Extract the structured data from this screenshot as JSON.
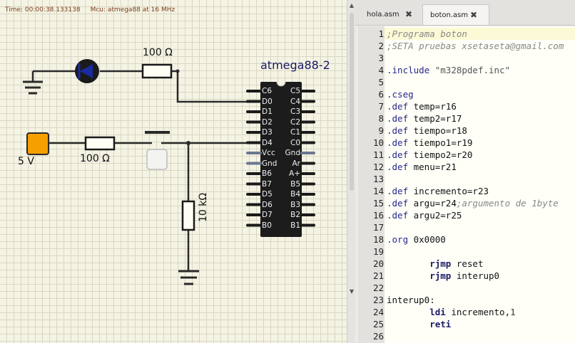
{
  "simulator": {
    "status_time": "Time: 00:00:38.133138",
    "status_mcu": "Mcu: atmega88 at 16 MHz",
    "chip_title": "atmega88-2",
    "resistor_top_label": "100 Ω",
    "resistor_mid_label": "100 Ω",
    "resistor_vertical_label": "10 kΩ",
    "source_label": "5 V",
    "pins_left": [
      "C6",
      "D0",
      "D1",
      "D2",
      "D3",
      "D4",
      "Vcc",
      "Gnd",
      "B6",
      "B7",
      "D5",
      "D6",
      "D7",
      "B0"
    ],
    "pins_right": [
      "C5",
      "C4",
      "C3",
      "C2",
      "C1",
      "C0",
      "Gnd",
      "Ar",
      "A+",
      "B5",
      "B4",
      "B3",
      "B2",
      "B1"
    ],
    "colors": {
      "source": "#f5a000",
      "led": "#1a2aa0",
      "wire": "#2a2a2a",
      "power_pin": "#6a7790"
    }
  },
  "tabs": [
    {
      "label": "hola.asm",
      "close": "✖",
      "active": false
    },
    {
      "label": "boton.asm",
      "close": "✖",
      "active": true
    }
  ],
  "code_lines": [
    {
      "n": "1",
      "segments": [
        {
          "t": ";Programa boton",
          "c": "cm"
        }
      ],
      "hl": true
    },
    {
      "n": "2",
      "segments": [
        {
          "t": ";SETA pruebas xsetaseta@gmail.com",
          "c": "cm"
        }
      ]
    },
    {
      "n": "3",
      "segments": []
    },
    {
      "n": "4",
      "segments": [
        {
          "t": ".include",
          "c": "dir"
        },
        {
          "t": " \"m328pdef.inc\"",
          "c": "str"
        }
      ]
    },
    {
      "n": "5",
      "segments": []
    },
    {
      "n": "6",
      "segments": [
        {
          "t": ".cseg",
          "c": "dir"
        }
      ]
    },
    {
      "n": "7",
      "segments": [
        {
          "t": ".def",
          "c": "dir"
        },
        {
          "t": " temp=r16",
          "c": ""
        }
      ]
    },
    {
      "n": "8",
      "segments": [
        {
          "t": ".def",
          "c": "dir"
        },
        {
          "t": " temp2=r17",
          "c": ""
        }
      ]
    },
    {
      "n": "9",
      "segments": [
        {
          "t": ".def",
          "c": "dir"
        },
        {
          "t": " tiempo=r18",
          "c": ""
        }
      ]
    },
    {
      "n": "10",
      "segments": [
        {
          "t": ".def",
          "c": "dir"
        },
        {
          "t": " tiempo1=r19",
          "c": ""
        }
      ]
    },
    {
      "n": "11",
      "segments": [
        {
          "t": ".def",
          "c": "dir"
        },
        {
          "t": " tiempo2=r20",
          "c": ""
        }
      ]
    },
    {
      "n": "12",
      "segments": [
        {
          "t": ".def",
          "c": "dir"
        },
        {
          "t": " menu=r21",
          "c": ""
        }
      ]
    },
    {
      "n": "13",
      "segments": []
    },
    {
      "n": "14",
      "segments": [
        {
          "t": ".def",
          "c": "dir"
        },
        {
          "t": " incremento=r23",
          "c": ""
        }
      ]
    },
    {
      "n": "15",
      "segments": [
        {
          "t": ".def",
          "c": "dir"
        },
        {
          "t": " argu=r24",
          "c": ""
        },
        {
          "t": ";argumento de 1byte",
          "c": "cm"
        }
      ]
    },
    {
      "n": "16",
      "segments": [
        {
          "t": ".def",
          "c": "dir"
        },
        {
          "t": " argu2=r25",
          "c": ""
        }
      ]
    },
    {
      "n": "17",
      "segments": []
    },
    {
      "n": "18",
      "segments": [
        {
          "t": ".org",
          "c": "dir"
        },
        {
          "t": " 0x0000",
          "c": ""
        }
      ]
    },
    {
      "n": "19",
      "segments": []
    },
    {
      "n": "20",
      "segments": [
        {
          "t": "        ",
          "c": ""
        },
        {
          "t": "rjmp",
          "c": "kw"
        },
        {
          "t": " reset",
          "c": ""
        }
      ]
    },
    {
      "n": "21",
      "segments": [
        {
          "t": "        ",
          "c": ""
        },
        {
          "t": "rjmp",
          "c": "kw"
        },
        {
          "t": " interup0",
          "c": ""
        }
      ]
    },
    {
      "n": "22",
      "segments": []
    },
    {
      "n": "23",
      "segments": [
        {
          "t": "interup0:",
          "c": ""
        }
      ]
    },
    {
      "n": "24",
      "segments": [
        {
          "t": "        ",
          "c": ""
        },
        {
          "t": "ldi",
          "c": "kw"
        },
        {
          "t": " incremento,",
          "c": ""
        },
        {
          "t": "1",
          "c": "num"
        }
      ]
    },
    {
      "n": "25",
      "segments": [
        {
          "t": "        ",
          "c": ""
        },
        {
          "t": "reti",
          "c": "kw"
        }
      ]
    },
    {
      "n": "26",
      "segments": []
    }
  ]
}
